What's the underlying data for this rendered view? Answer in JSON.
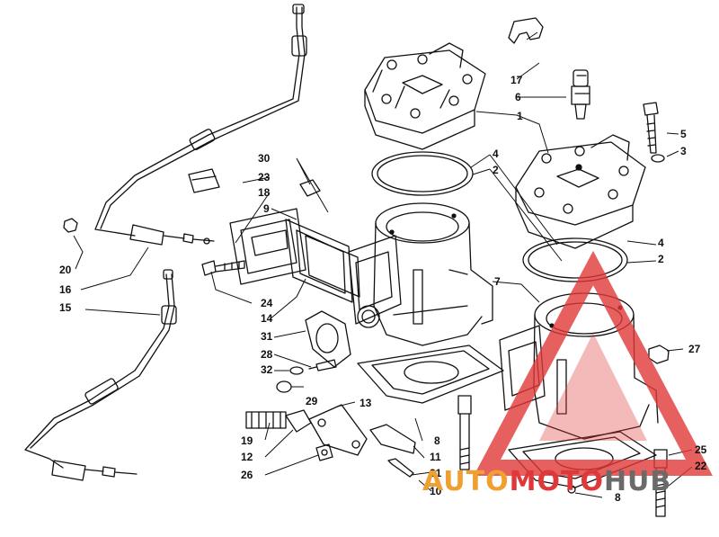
{
  "labels": {
    "l1": "1",
    "l2a": "2",
    "l2b": "2",
    "l3": "3",
    "l4a": "4",
    "l4b": "4",
    "l5": "5",
    "l6": "6",
    "l7": "7",
    "l8a": "8",
    "l8b": "8",
    "l9": "9",
    "l10": "10",
    "l11": "11",
    "l12": "12",
    "l13": "13",
    "l14": "14",
    "l15": "15",
    "l16": "16",
    "l17": "17",
    "l18": "18",
    "l19": "19",
    "l20": "20",
    "l21": "21",
    "l22": "22",
    "l23": "23",
    "l24": "24",
    "l25": "25",
    "l26": "26",
    "l27": "27",
    "l28": "28",
    "l29": "29",
    "l30": "30",
    "l31": "31",
    "l32": "32"
  },
  "watermark": {
    "part1": "AUTO",
    "part2": "MOTO",
    "part3": "HUB"
  },
  "colors": {
    "line": "#111111",
    "watermark_orange": "#f0a030",
    "watermark_red": "#e03838",
    "watermark_gray": "#6a6a6a"
  }
}
